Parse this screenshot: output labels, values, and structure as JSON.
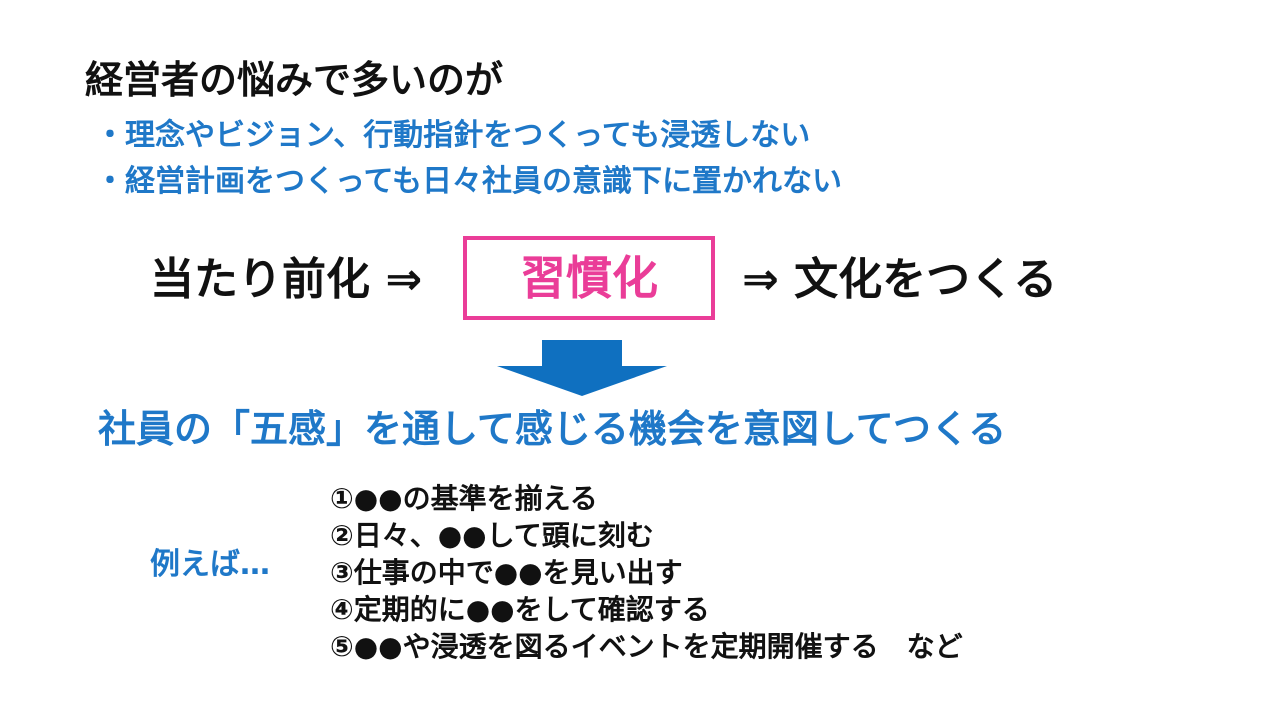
{
  "heading": "経営者の悩みで多いのが",
  "bullets": [
    "・理念やビジョン、行動指針をつくっても浸透しない",
    "・経営計画をつくっても日々社員の意識下に置かれない"
  ],
  "flow": {
    "left": "当たり前化 ⇒",
    "center": "習慣化",
    "right": "⇒ 文化をつくる"
  },
  "statement": "社員の「五感」を通して感じる機会を意図してつくる",
  "examples_label": "例えば…",
  "examples": [
    "①●●の基準を揃える",
    "②日々、●●して頭に刻む",
    "③仕事の中で●●を見い出す",
    "④定期的に●●をして確認する",
    "⑤●●や浸透を図るイベントを定期開催する　など"
  ],
  "colors": {
    "accent_blue": "#1f78c8",
    "highlight_pink": "#ea3d98",
    "arrow_blue": "#0f70c0",
    "text": "#111111"
  }
}
